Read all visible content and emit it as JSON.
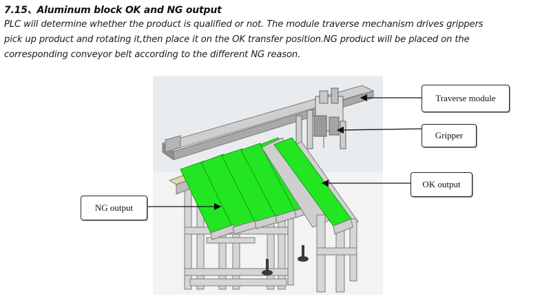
{
  "section": {
    "heading": "7.15、Aluminum block OK and NG output",
    "paragraph_lines": [
      "  PLC will determine whether the product is qualified or not. The module traverse mechanism drives grippers",
      "pick up product and rotating it,then place it on the OK transfer position.NG product will be placed on the",
      "corresponding conveyor belt according to the different NG reason."
    ]
  },
  "figure": {
    "callouts": {
      "traverse": "Traverse module",
      "gripper": "Gripper",
      "ok": "OK output",
      "ng": "NG output"
    },
    "colors": {
      "belt": "#22e622",
      "frame": "#d8d8d8",
      "frame_edge": "#8a8a8a",
      "background_panel": "#f2f2f2"
    }
  }
}
